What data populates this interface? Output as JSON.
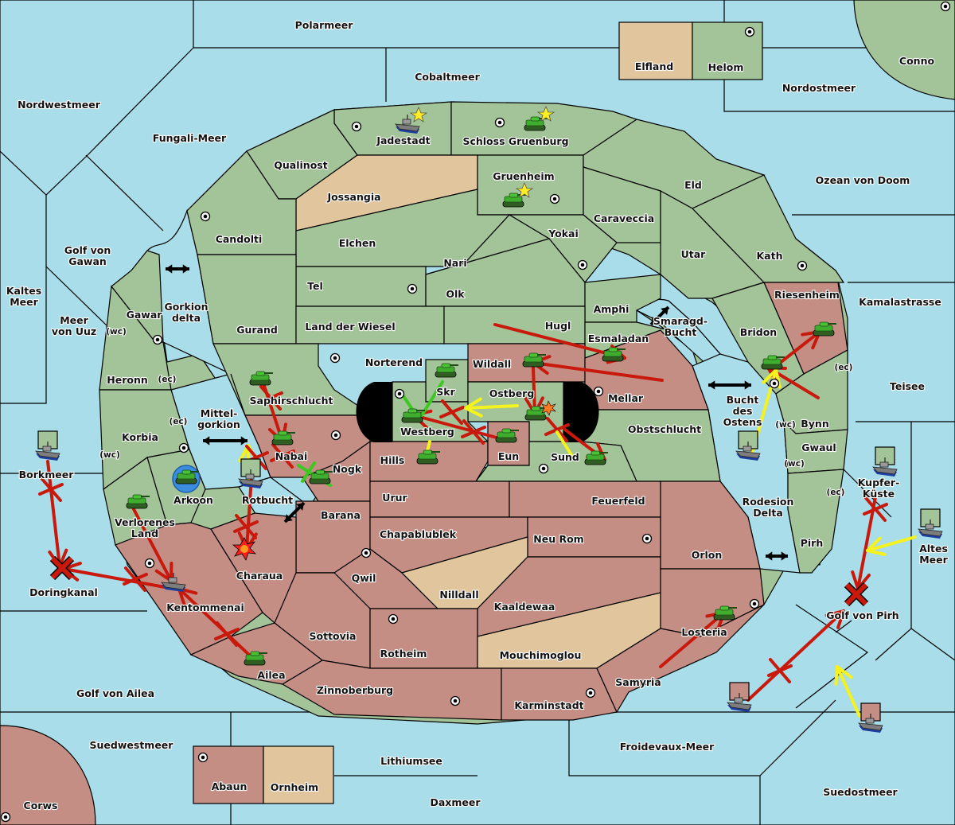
{
  "map": {
    "colors": {
      "sea": "#a8dde9",
      "green": "#a3c398",
      "red": "#c48e85",
      "neutral": "#e1c59d",
      "move_failed": "#c8190c",
      "support": "#f5f21e",
      "convoy_or_hold": "#3cc81e"
    },
    "sea_regions": [
      {
        "id": "polarmeer",
        "name": "Polarmeer"
      },
      {
        "id": "cobaltmeer",
        "name": "Cobaltmeer"
      },
      {
        "id": "nordwestmeer",
        "name": "Nordwestmeer"
      },
      {
        "id": "fungali",
        "name": "Fungali-Meer"
      },
      {
        "id": "nordostmeer",
        "name": "Nordostmeer"
      },
      {
        "id": "ozean",
        "name": "Ozean von Doom"
      },
      {
        "id": "golf-gawan",
        "name": "Golf von Gawan"
      },
      {
        "id": "kaltes",
        "name": "Kaltes Meer"
      },
      {
        "id": "uuz",
        "name": "Meer von Uuz"
      },
      {
        "id": "gorkion",
        "name": "Gorkion delta"
      },
      {
        "id": "mittelgorkion",
        "name": "Mittel-gorkion"
      },
      {
        "id": "smaragd",
        "name": "Smaragd-Bucht"
      },
      {
        "id": "bucht-ostens",
        "name": "Bucht des Ostens"
      },
      {
        "id": "kamala",
        "name": "Kamalastrasse"
      },
      {
        "id": "teisee",
        "name": "Teisee"
      },
      {
        "id": "borkmeer",
        "name": "Borkmeer"
      },
      {
        "id": "doringkanal",
        "name": "Doringkanal"
      },
      {
        "id": "rotbucht",
        "name": "Rotbucht"
      },
      {
        "id": "kupfer",
        "name": "Kupfer-Küste"
      },
      {
        "id": "altes",
        "name": "Altes Meer"
      },
      {
        "id": "rodesion",
        "name": "Rodesion Delta"
      },
      {
        "id": "golf-pirh",
        "name": "Golf von Pirh"
      },
      {
        "id": "golf-ailea",
        "name": "Golf von Ailea"
      },
      {
        "id": "suedwestmeer",
        "name": "Suedwestmeer"
      },
      {
        "id": "lithiumsee",
        "name": "Lithiumsee"
      },
      {
        "id": "daxmeer",
        "name": "Daxmeer"
      },
      {
        "id": "froidevaux",
        "name": "Froidevaux-Meer"
      },
      {
        "id": "suedostmeer",
        "name": "Suedostmeer"
      }
    ],
    "land_regions": [
      {
        "name": "Elfland",
        "owner": "neutral"
      },
      {
        "name": "Helom",
        "owner": "green",
        "supply_center": true
      },
      {
        "name": "Conno",
        "owner": "green",
        "supply_center": true
      },
      {
        "name": "Jadestadt",
        "owner": "green",
        "supply_center": true,
        "home": true
      },
      {
        "name": "Schloss Gruenburg",
        "owner": "green",
        "supply_center": true,
        "home": true
      },
      {
        "name": "Gruenheim",
        "owner": "green",
        "supply_center": true,
        "home": true
      },
      {
        "name": "Qualinost",
        "owner": "green"
      },
      {
        "name": "Jossangia",
        "owner": "neutral"
      },
      {
        "name": "Candolti",
        "owner": "green",
        "supply_center": true
      },
      {
        "name": "Elchen",
        "owner": "green"
      },
      {
        "name": "Eld",
        "owner": "green"
      },
      {
        "name": "Caraveccia",
        "owner": "green"
      },
      {
        "name": "Yokai",
        "owner": "green",
        "supply_center": true
      },
      {
        "name": "Nari",
        "owner": "green"
      },
      {
        "name": "Tel",
        "owner": "green",
        "supply_center": true
      },
      {
        "name": "Olk",
        "owner": "green"
      },
      {
        "name": "Utar",
        "owner": "green"
      },
      {
        "name": "Kath",
        "owner": "green",
        "supply_center": true
      },
      {
        "name": "Amphi",
        "owner": "green"
      },
      {
        "name": "Gurand",
        "owner": "green"
      },
      {
        "name": "Land der Wiesel",
        "owner": "green"
      },
      {
        "name": "Hugl",
        "owner": "green"
      },
      {
        "name": "Esmaladan",
        "owner": "green"
      },
      {
        "name": "Riesenheim",
        "owner": "red"
      },
      {
        "name": "Bridon",
        "owner": "green",
        "supply_center": true
      },
      {
        "name": "Gawar",
        "owner": "green",
        "supply_center": true
      },
      {
        "name": "Heronn",
        "owner": "green"
      },
      {
        "name": "Korbia",
        "owner": "green",
        "supply_center": true
      },
      {
        "name": "Arkoon",
        "owner": "green"
      },
      {
        "name": "Verlorenes Land",
        "owner": "green"
      },
      {
        "name": "Norterend",
        "owner": "green",
        "supply_center": true
      },
      {
        "name": "Saphirschlucht",
        "owner": "green"
      },
      {
        "name": "Skr",
        "owner": "green"
      },
      {
        "name": "Wildall",
        "owner": "red"
      },
      {
        "name": "Ostberg",
        "owner": "green"
      },
      {
        "name": "Westberg",
        "owner": "green",
        "supply_center": true
      },
      {
        "name": "Mellar",
        "owner": "red",
        "supply_center": true
      },
      {
        "name": "Obstschlucht",
        "owner": "green"
      },
      {
        "name": "Nabai",
        "owner": "red",
        "supply_center": true
      },
      {
        "name": "Nogk",
        "owner": "red"
      },
      {
        "name": "Hills",
        "owner": "red"
      },
      {
        "name": "Eun",
        "owner": "red"
      },
      {
        "name": "Sund",
        "owner": "green",
        "supply_center": true
      },
      {
        "name": "Bynn",
        "owner": "green"
      },
      {
        "name": "Gwaul",
        "owner": "green"
      },
      {
        "name": "Pirh",
        "owner": "green",
        "supply_center": true
      },
      {
        "name": "Barana",
        "owner": "red"
      },
      {
        "name": "Urur",
        "owner": "red"
      },
      {
        "name": "Feuerfeld",
        "owner": "red"
      },
      {
        "name": "Chapablublek",
        "owner": "red"
      },
      {
        "name": "Neu Rom",
        "owner": "red",
        "supply_center": true
      },
      {
        "name": "Qwil",
        "owner": "red",
        "supply_center": true
      },
      {
        "name": "Nilldall",
        "owner": "neutral"
      },
      {
        "name": "Kaaldewaa",
        "owner": "red"
      },
      {
        "name": "Orlon",
        "owner": "red",
        "supply_center": true
      },
      {
        "name": "Charaua",
        "owner": "red"
      },
      {
        "name": "Kentommenai",
        "owner": "red",
        "supply_center": true
      },
      {
        "name": "Sottovia",
        "owner": "red"
      },
      {
        "name": "Rotheim",
        "owner": "red",
        "supply_center": true
      },
      {
        "name": "Mouchimoglou",
        "owner": "neutral"
      },
      {
        "name": "Losteria",
        "owner": "red"
      },
      {
        "name": "Ailea",
        "owner": "red"
      },
      {
        "name": "Zinnoberburg",
        "owner": "red",
        "supply_center": true
      },
      {
        "name": "Karminstadt",
        "owner": "red",
        "supply_center": true
      },
      {
        "name": "Samyria",
        "owner": "red"
      },
      {
        "name": "Abaun",
        "owner": "red",
        "supply_center": true
      },
      {
        "name": "Ornheim",
        "owner": "neutral"
      },
      {
        "name": "Corws",
        "owner": "red",
        "supply_center": true
      }
    ],
    "coast_labels": [
      "(wc)",
      "(ec)",
      "(ec)",
      "(wc)",
      "(ec)",
      "(wc)",
      "(wc)",
      "(ec)"
    ],
    "units": [
      {
        "type": "fleet",
        "owner": "green",
        "at": "Jadestadt",
        "icon": "ship-icon"
      },
      {
        "type": "army",
        "owner": "green",
        "at": "Schloss Gruenburg",
        "icon": "tank-icon"
      },
      {
        "type": "army",
        "owner": "green",
        "at": "Gruenheim",
        "icon": "tank-icon"
      },
      {
        "type": "army",
        "owner": "green",
        "at": "Saphirschlucht",
        "icon": "tank-icon"
      },
      {
        "type": "army",
        "owner": "green",
        "at": "Nabai",
        "icon": "tank-icon"
      },
      {
        "type": "army",
        "owner": "green",
        "at": "Nogk",
        "icon": "tank-icon"
      },
      {
        "type": "army",
        "owner": "green",
        "at": "Skr",
        "icon": "tank-icon"
      },
      {
        "type": "army",
        "owner": "green",
        "at": "Westberg",
        "icon": "tank-icon"
      },
      {
        "type": "army",
        "owner": "green",
        "at": "Hills",
        "icon": "tank-icon"
      },
      {
        "type": "army",
        "owner": "green",
        "at": "Eun",
        "icon": "tank-icon"
      },
      {
        "type": "army",
        "owner": "green",
        "at": "Wildall",
        "icon": "tank-icon"
      },
      {
        "type": "army",
        "owner": "green",
        "at": "Esmaladan",
        "icon": "tank-icon"
      },
      {
        "type": "army",
        "owner": "green",
        "at": "Ostberg",
        "icon": "tank-icon",
        "dislodged": true
      },
      {
        "type": "army",
        "owner": "green",
        "at": "Sund",
        "icon": "tank-icon"
      },
      {
        "type": "army",
        "owner": "green",
        "at": "Bridon",
        "icon": "tank-icon"
      },
      {
        "type": "army",
        "owner": "green",
        "at": "Riesenheim",
        "icon": "tank-icon"
      },
      {
        "type": "army",
        "owner": "green",
        "at": "Arkoon",
        "icon": "tank-icon",
        "highlighted": true
      },
      {
        "type": "army",
        "owner": "green",
        "at": "Verlorenes Land",
        "icon": "tank-icon"
      },
      {
        "type": "army",
        "owner": "green",
        "at": "Ailea",
        "icon": "tank-icon"
      },
      {
        "type": "army",
        "owner": "green",
        "at": "Losteria",
        "icon": "tank-icon"
      },
      {
        "type": "fleet",
        "owner": "green",
        "at": "Borkmeer",
        "icon": "ship-icon"
      },
      {
        "type": "fleet",
        "owner": "green",
        "at": "Rotbucht",
        "icon": "ship-icon"
      },
      {
        "type": "fleet",
        "owner": "green",
        "at": "Kentommenai",
        "icon": "ship-icon"
      },
      {
        "type": "fleet",
        "owner": "green",
        "at": "Bucht des Ostens",
        "icon": "ship-icon"
      },
      {
        "type": "fleet",
        "owner": "green",
        "at": "Kupfer-Küste",
        "icon": "ship-icon"
      },
      {
        "type": "fleet",
        "owner": "green",
        "at": "Altes Meer",
        "icon": "ship-icon"
      },
      {
        "type": "fleet",
        "owner": "red",
        "at": "Froidevaux-Meer",
        "icon": "ship-icon"
      },
      {
        "type": "fleet",
        "owner": "red",
        "at": "Suedostmeer",
        "icon": "ship-icon"
      },
      {
        "type": "fleet",
        "owner": "red",
        "at": "Charaua",
        "icon": "ship-icon",
        "destroyed": true
      }
    ]
  }
}
